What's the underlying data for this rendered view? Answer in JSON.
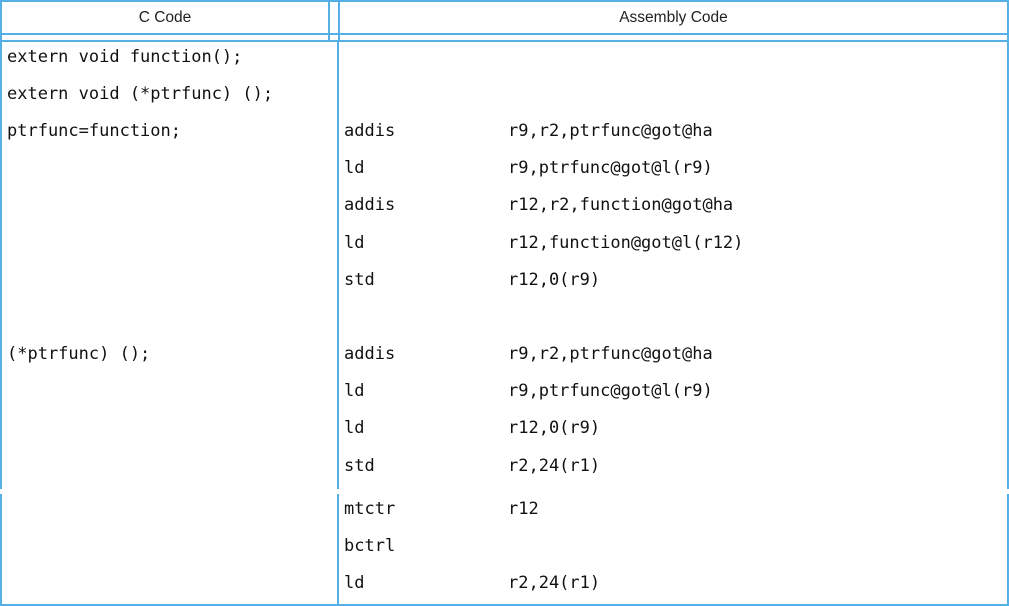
{
  "colors": {
    "accent": "#55b0e8",
    "text": "#111111"
  },
  "table": {
    "headers": {
      "c": "C Code",
      "assembly": "Assembly Code"
    },
    "c_code": {
      "lines": [
        {
          "text": "extern void function();"
        },
        {
          "text": "extern void (*ptrfunc) ();"
        },
        {
          "text": "ptrfunc=function;"
        },
        {
          "text": ""
        },
        {
          "text": ""
        },
        {
          "text": ""
        },
        {
          "text": ""
        },
        {
          "text": ""
        },
        {
          "text": "(*ptrfunc) ();"
        },
        {
          "text": ""
        },
        {
          "text": ""
        },
        {
          "text": ""
        }
      ]
    },
    "assembly_block1": {
      "lines": [
        {
          "op": "",
          "args": ""
        },
        {
          "op": "",
          "args": ""
        },
        {
          "op": "addis",
          "args": "r9,r2,ptrfunc@got@ha"
        },
        {
          "op": "ld",
          "args": "r9,ptrfunc@got@l(r9)"
        },
        {
          "op": "addis",
          "args": "r12,r2,function@got@ha"
        },
        {
          "op": "ld",
          "args": "r12,function@got@l(r12)"
        },
        {
          "op": "std",
          "args": "r12,0(r9)"
        },
        {
          "op": "",
          "args": ""
        },
        {
          "op": "addis",
          "args": "r9,r2,ptrfunc@got@ha"
        },
        {
          "op": "ld",
          "args": "r9,ptrfunc@got@l(r9)"
        },
        {
          "op": "ld",
          "args": "r12,0(r9)"
        },
        {
          "op": "std",
          "args": "r2,24(r1)"
        }
      ]
    },
    "assembly_block2": {
      "lines": [
        {
          "op": "mtctr",
          "args": "r12"
        },
        {
          "op": "bctrl",
          "args": ""
        },
        {
          "op": "ld",
          "args": "r2,24(r1)"
        }
      ]
    }
  }
}
